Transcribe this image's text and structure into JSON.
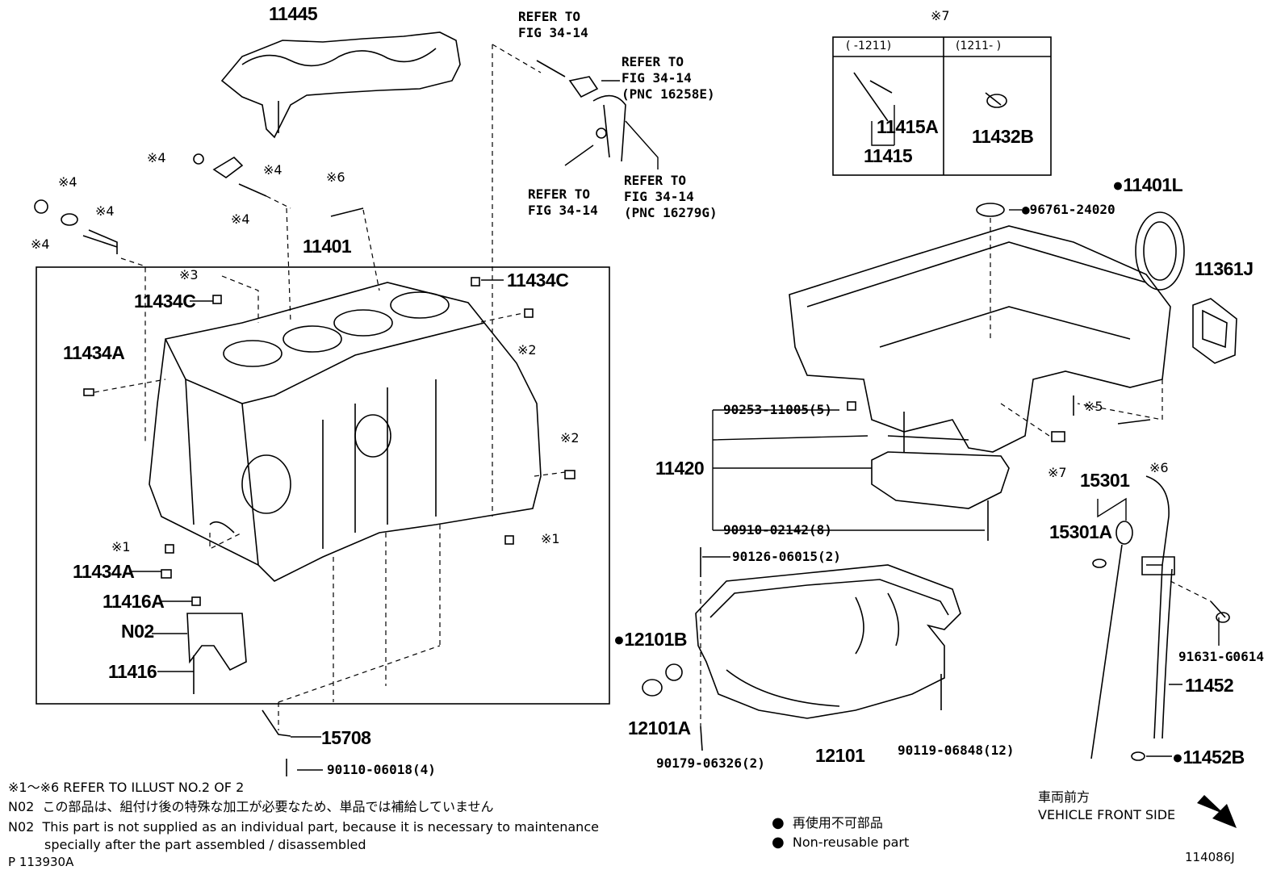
{
  "parts": {
    "p11445": "11445",
    "p11401": "11401",
    "p11434C_a": "11434C",
    "p11434C_b": "11434C",
    "p11434A_a": "11434A",
    "p11434A_b": "11434A",
    "p11416A": "11416A",
    "pN02": "N02",
    "p11416": "11416",
    "p15708": "15708",
    "p90110": "90110-06018(4)",
    "p11415A": "11415A",
    "p11415": "11415",
    "p11432B": "11432B",
    "p11401L": "11401L",
    "p96761": "96761-24020",
    "p11361J": "11361J",
    "p90253": "90253-11005(5)",
    "p11420": "11420",
    "p90910": "90910-02142(8)",
    "p90126": "90126-06015(2)",
    "p12101B": "12101B",
    "p12101A": "12101A",
    "p90179": "90179-06326(2)",
    "p12101": "12101",
    "p90119": "90119-06848(12)",
    "p15301": "15301",
    "p15301A": "15301A",
    "p91631": "91631-G0614",
    "p11452": "11452",
    "p11452B": "11452B"
  },
  "refs": {
    "r1": [
      "REFER TO",
      "FIG 34-14"
    ],
    "r2": [
      "REFER TO",
      "FIG 34-14",
      "(PNC 16258E)"
    ],
    "r3": [
      "REFER TO",
      "FIG 34-14"
    ],
    "r4": [
      "REFER TO",
      "FIG 34-14",
      "(PNC 16279G)"
    ]
  },
  "marks": {
    "m7_top": "※7",
    "m4_a": "※4",
    "m4_b": "※4",
    "m4_c": "※4",
    "m4_d": "※4",
    "m4_e": "※4",
    "m4_f": "※4",
    "m6_a": "※6",
    "m3": "※3",
    "m2_a": "※2",
    "m2_b": "※2",
    "m1_a": "※1",
    "m1_b": "※1",
    "m5": "※5",
    "m7_b": "※7",
    "m6_b": "※6"
  },
  "inset": {
    "col1_header": "(    -1211)",
    "col2_header": "(1211-      )"
  },
  "notes": {
    "line1": "※1～※6 REFER TO ILLUST NO.2 OF 2",
    "n02_jp_prefix": "N02",
    "n02_jp_text": "この部品は、組付け後の特殊な加工が必要なため、単品では補給していません",
    "n02_en_prefix": "N02",
    "n02_en_text1": "This part is not supplied as an individual part, because it is necessary to maintenance",
    "n02_en_text2": "specially after the part assembled / disassembled",
    "illust_id": "P 113930A"
  },
  "legend": {
    "jp": "再使用不可部品",
    "en": "Non-reusable part"
  },
  "direction": {
    "jp": "車両前方",
    "en": "VEHICLE FRONT SIDE"
  },
  "figure_id": "114086J"
}
